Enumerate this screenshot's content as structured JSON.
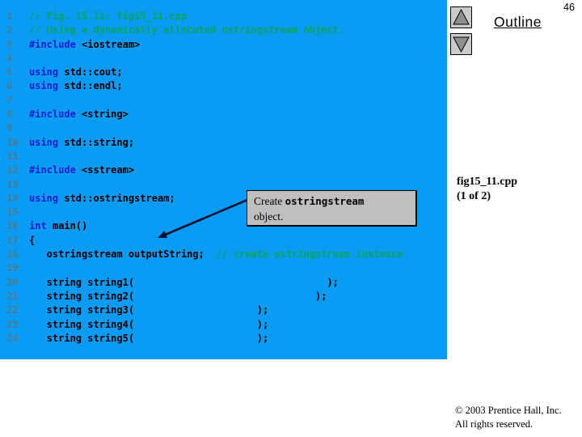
{
  "page": {
    "number": "46"
  },
  "outline": {
    "label": "Outline"
  },
  "fig_label": {
    "line1": "fig15_11.cpp",
    "line2": "(1 of 2)"
  },
  "copyright": {
    "line1": "© 2003 Prentice Hall, Inc.",
    "line2": "All rights reserved."
  },
  "nav": {
    "up_icon": "up-arrow-icon",
    "down_icon": "down-arrow-icon"
  },
  "callout": {
    "line1_pre": "Create ",
    "line1_code": "ostringstream",
    "line2": "object."
  },
  "colors": {
    "panel_bg": "#0a9cf4",
    "keyword": "#1a1ecc",
    "comment": "#0aa45c",
    "plain": "#000000",
    "line_number": "#4a7b91",
    "callout_bg": "#bfbfbf",
    "button_bg": "#cbcbcb",
    "button_triangle": "#8f8f8f",
    "arrow": "#0a1030"
  },
  "code": {
    "lines": [
      {
        "n": "1",
        "segments": [
          {
            "c": "comment",
            "t": "// Fig. 15.11: fig15_11.cpp"
          }
        ]
      },
      {
        "n": "2",
        "segments": [
          {
            "c": "comment",
            "t": "// Using a dynamically allocated ostringstream object."
          }
        ]
      },
      {
        "n": "3",
        "segments": [
          {
            "c": "kw",
            "t": "#include"
          },
          {
            "c": "plain",
            "t": " <iostream>"
          }
        ]
      },
      {
        "n": "4",
        "segments": []
      },
      {
        "n": "5",
        "segments": [
          {
            "c": "kw",
            "t": "using"
          },
          {
            "c": "plain",
            "t": " std::cout;"
          }
        ]
      },
      {
        "n": "6",
        "segments": [
          {
            "c": "kw",
            "t": "using"
          },
          {
            "c": "plain",
            "t": " std::endl;"
          }
        ]
      },
      {
        "n": "7",
        "segments": []
      },
      {
        "n": "8",
        "segments": [
          {
            "c": "kw",
            "t": "#include"
          },
          {
            "c": "plain",
            "t": " <string>"
          }
        ]
      },
      {
        "n": "9",
        "segments": []
      },
      {
        "n": "10",
        "segments": [
          {
            "c": "kw",
            "t": "using"
          },
          {
            "c": "plain",
            "t": " std::string;"
          }
        ]
      },
      {
        "n": "11",
        "segments": []
      },
      {
        "n": "12",
        "segments": [
          {
            "c": "kw",
            "t": "#include"
          },
          {
            "c": "plain",
            "t": " <sstream>"
          }
        ]
      },
      {
        "n": "13",
        "segments": []
      },
      {
        "n": "14",
        "segments": [
          {
            "c": "kw",
            "t": "using"
          },
          {
            "c": "plain",
            "t": " std::ostringstream;"
          }
        ]
      },
      {
        "n": "15",
        "segments": []
      },
      {
        "n": "16",
        "segments": [
          {
            "c": "kw",
            "t": "int"
          },
          {
            "c": "plain",
            "t": " main()"
          }
        ]
      },
      {
        "n": "17",
        "segments": [
          {
            "c": "plain",
            "t": "{"
          }
        ]
      },
      {
        "n": "18",
        "segments": [
          {
            "c": "plain",
            "t": "   ostringstream outputString;  "
          },
          {
            "c": "comment",
            "t": "// create ostringstream instance"
          }
        ]
      },
      {
        "n": "19",
        "segments": []
      },
      {
        "n": "20",
        "segments": [
          {
            "c": "plain",
            "t": "   string string1(                                 );"
          }
        ]
      },
      {
        "n": "21",
        "segments": [
          {
            "c": "plain",
            "t": "   string string2(                               );"
          }
        ]
      },
      {
        "n": "22",
        "segments": [
          {
            "c": "plain",
            "t": "   string string3(                     );"
          }
        ]
      },
      {
        "n": "23",
        "segments": [
          {
            "c": "plain",
            "t": "   string string4(                     );"
          }
        ]
      },
      {
        "n": "24",
        "segments": [
          {
            "c": "plain",
            "t": "   string string5(                     );"
          }
        ]
      }
    ]
  }
}
